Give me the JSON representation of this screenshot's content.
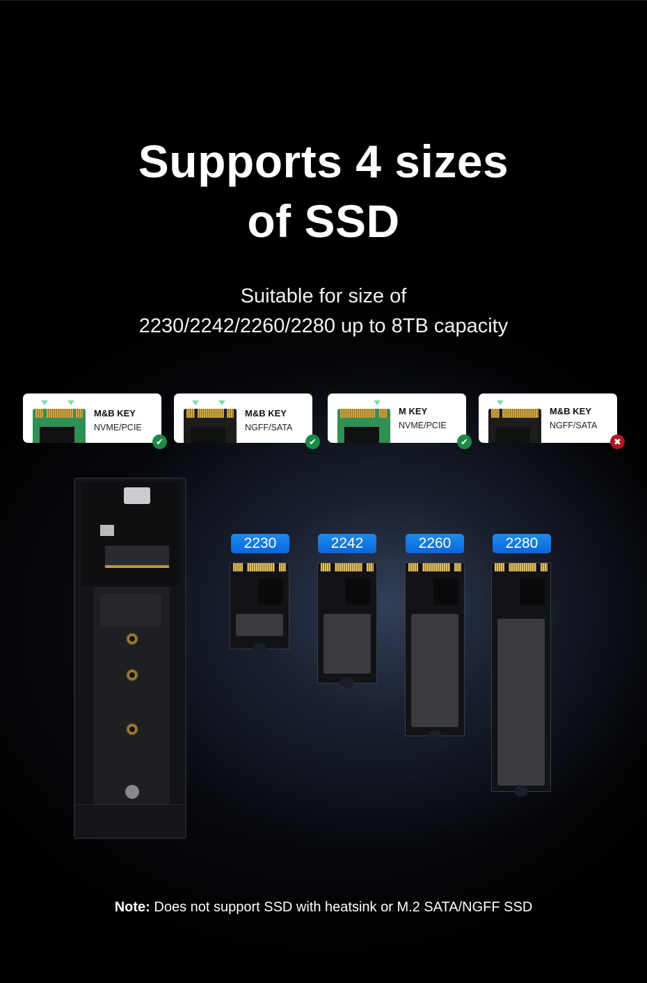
{
  "header": {
    "title_line1": "Supports 4 sizes",
    "title_line2": "of SSD"
  },
  "subtitle": {
    "line1": "Suitable for size of",
    "line2": "2230/2242/2260/2280 up to 8TB capacity"
  },
  "key_cards": [
    {
      "key": "M&B KEY",
      "protocol": "NVME/PCIE",
      "board_color": "green",
      "supported": true,
      "status_icon": "check-icon"
    },
    {
      "key": "M&B KEY",
      "protocol": "NGFF/SATA",
      "board_color": "black",
      "supported": true,
      "status_icon": "check-icon"
    },
    {
      "key": "M KEY",
      "protocol": "NVME/PCIE",
      "board_color": "green",
      "supported": true,
      "status_icon": "check-icon"
    },
    {
      "key": "M&B KEY",
      "protocol": "NGFF/SATA",
      "board_color": "black",
      "supported": false,
      "status_icon": "cross-icon"
    }
  ],
  "status_glyphs": {
    "ok": "✔",
    "no": "✖"
  },
  "sizes": [
    {
      "label": "2230"
    },
    {
      "label": "2242"
    },
    {
      "label": "2260"
    },
    {
      "label": "2280"
    }
  ],
  "note": {
    "prefix": "Note:",
    "text": " Does not support SSD with heatsink or M.2 SATA/NGFF SSD"
  },
  "colors": {
    "background": "#000000",
    "size_tag_blue": "#1b8df0",
    "check_green": "#1a8b45",
    "cross_red": "#b0161f",
    "card_white": "#ffffff"
  }
}
